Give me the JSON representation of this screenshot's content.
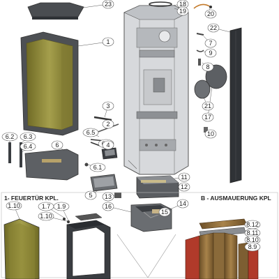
{
  "sections": {
    "left": "1- FEUERTÜR KPL.",
    "right": "B - AUSMAUERUNG KPL"
  },
  "parts": [
    {
      "id": "p23",
      "text": "23"
    },
    {
      "id": "p18",
      "text": "18"
    },
    {
      "id": "p19",
      "text": "19"
    },
    {
      "id": "p20",
      "text": "20"
    },
    {
      "id": "p22",
      "text": "22"
    },
    {
      "id": "p1",
      "text": "1"
    },
    {
      "id": "p7",
      "text": "7"
    },
    {
      "id": "p9",
      "text": "9"
    },
    {
      "id": "p8",
      "text": "8"
    },
    {
      "id": "p21",
      "text": "21"
    },
    {
      "id": "p17",
      "text": "17"
    },
    {
      "id": "p3",
      "text": "3"
    },
    {
      "id": "p2",
      "text": "2"
    },
    {
      "id": "p65",
      "text": "6.5"
    },
    {
      "id": "p66",
      "text": "6.6"
    },
    {
      "id": "p4",
      "text": "4"
    },
    {
      "id": "p10",
      "text": "10"
    },
    {
      "id": "p62",
      "text": "6.2"
    },
    {
      "id": "p63",
      "text": "6.3"
    },
    {
      "id": "p64",
      "text": "6.4"
    },
    {
      "id": "p6",
      "text": "6"
    },
    {
      "id": "p61",
      "text": "6.1"
    },
    {
      "id": "p11",
      "text": "11"
    },
    {
      "id": "p12",
      "text": "12"
    },
    {
      "id": "p5",
      "text": "5"
    },
    {
      "id": "p13",
      "text": "13"
    },
    {
      "id": "p14",
      "text": "14"
    },
    {
      "id": "p16",
      "text": "16"
    },
    {
      "id": "p15",
      "text": "15"
    },
    {
      "id": "p110a",
      "text": "1.10"
    },
    {
      "id": "p17b",
      "text": "1.7"
    },
    {
      "id": "p19b",
      "text": "1.9"
    },
    {
      "id": "p110b",
      "text": "1.10"
    },
    {
      "id": "p812",
      "text": "8.12"
    },
    {
      "id": "p811",
      "text": "8.11"
    },
    {
      "id": "p810",
      "text": "8.10"
    },
    {
      "id": "p89",
      "text": "8.9"
    }
  ],
  "colors": {
    "steel": "#6b6e72",
    "steel_dark": "#3f4246",
    "steel_light": "#a9acb0",
    "glass": "#8f8a3a",
    "glass_light": "#b7b162",
    "brick": "#8a6a3a",
    "brick_light": "#c9a264",
    "brick_red": "#b03a2a",
    "line": "#444"
  }
}
